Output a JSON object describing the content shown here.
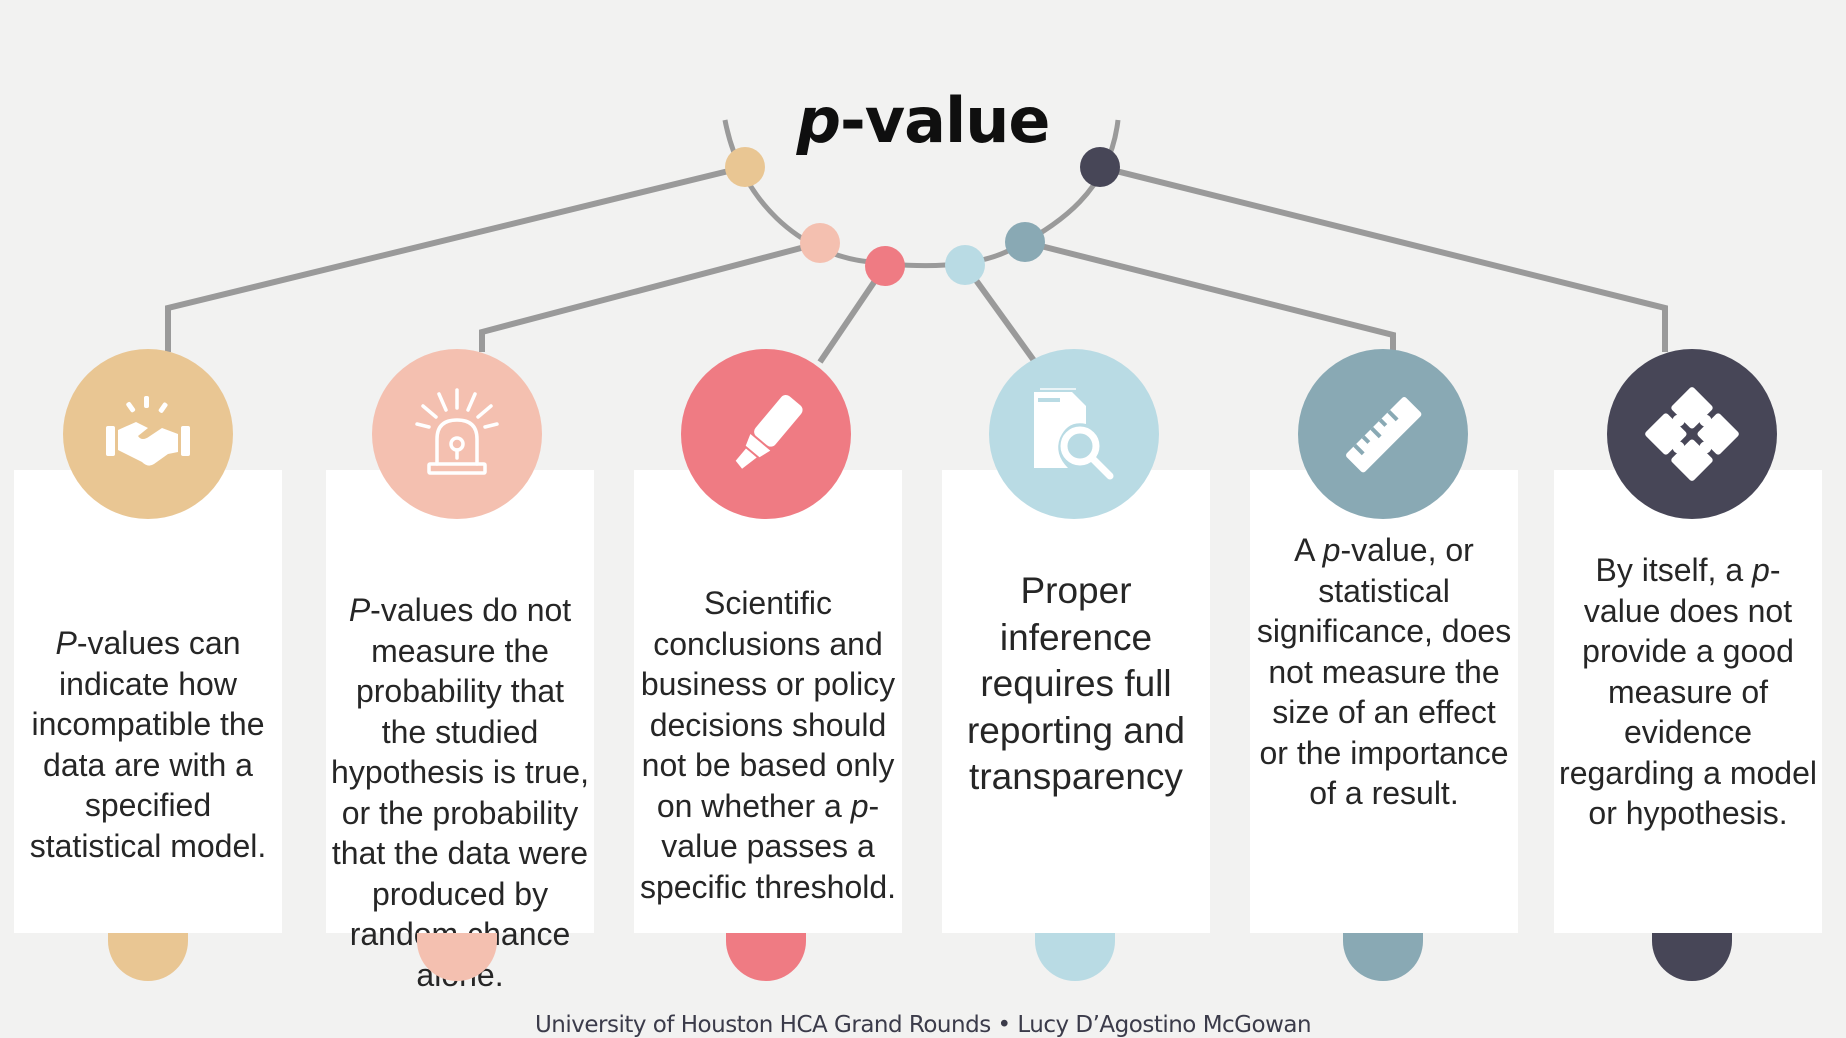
{
  "title": {
    "italic": "p",
    "rest": "-value"
  },
  "colors": {
    "c1": "#e9c693",
    "c2": "#f4c0b0",
    "c3": "#ef7b83",
    "c4": "#b9dbe4",
    "c5": "#89a9b4",
    "c6": "#474657",
    "connector": "#9a9a9a"
  },
  "cards": [
    {
      "icon": "handshake-icon",
      "text_italic": "P",
      "text": "-values can indicate how incompatible the data are with a specified statistical model."
    },
    {
      "icon": "alarm-siren-icon",
      "text_italic": "P",
      "text": "-values do not measure the probability that the studied hypothesis is true, or the probability that the data were produced by random chance alone."
    },
    {
      "icon": "highlighter-icon",
      "text_before": "Scientific conclusions and business or policy decisions should not be based only on whether a ",
      "text_italic": "p",
      "text": "-value passes a specific threshold."
    },
    {
      "icon": "document-search-icon",
      "text": "Proper inference requires full reporting and transparency"
    },
    {
      "icon": "ruler-icon",
      "text_before": "A ",
      "text_italic": "p",
      "text": "-value, or statistical significance, does not measure the size of an effect or the importance of a result."
    },
    {
      "icon": "puzzle-icon",
      "text_before": "By itself, a ",
      "text_italic": "p",
      "text": "-value does not provide a good measure of evidence regarding a model or hypothesis."
    }
  ],
  "footer": "University of Houston HCA Grand Rounds • Lucy D’Agostino McGowan"
}
